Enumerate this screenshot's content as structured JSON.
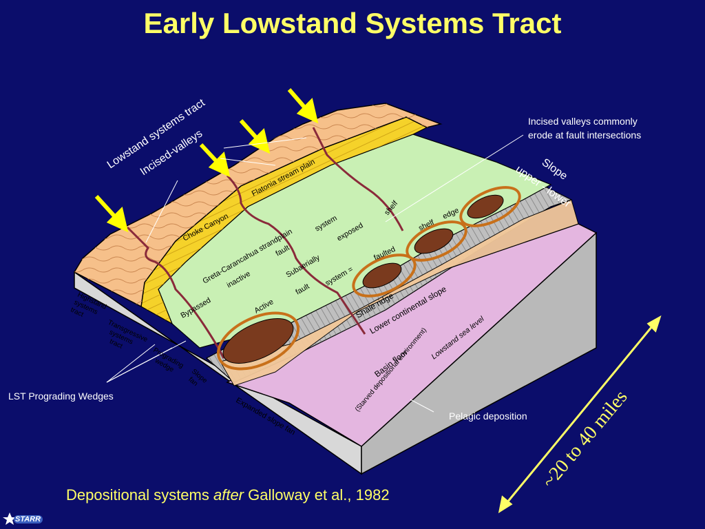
{
  "title": "Early Lowstand Systems Tract",
  "caption": {
    "prefix": "Depositional systems ",
    "emph": "after",
    "suffix": " Galloway et al., 1982"
  },
  "callouts": {
    "incised_valleys": [
      "Incised valleys commonly",
      "erode at fault intersections"
    ],
    "lst_wedges": "LST Prograding Wedges",
    "pelagic": "Pelagic deposition"
  },
  "labels": {
    "lowstand_tract": "Lowstand systems tract",
    "incised_valleys": "Incised-valleys",
    "slope": "Slope",
    "slope_sub": "upper - lower",
    "scale": "~20 to 40 miles",
    "choke_canyon": "Choke Canyon",
    "flatonia": "Flatonia stream plain",
    "greta": "Greta-Carancahua strandplain",
    "bypassed": "Bypassed",
    "inactive": "inactive",
    "fault1": "fault",
    "subaerially": "Subaerially",
    "exposed": "exposed",
    "system1": "system",
    "shelf": "shelf",
    "shelf2": "shelf",
    "edge": "edge",
    "faulted": "faulted",
    "active": "Active",
    "fault2": "fault",
    "system2": "system =",
    "shale_ridge": "Shale ridge",
    "lower_slope": "Lower continental slope",
    "lowstand_sea": "Lowstand sea level",
    "basin_floor": "Basin floor",
    "starved": "(Starved depositional environment)",
    "expanded_fan": "Expanded slope fan",
    "highstand": [
      "Highstand",
      "systems",
      "tract"
    ],
    "transgressive": [
      "Transgressive",
      "systems",
      "tract"
    ],
    "prograding": [
      "Prograding",
      "wedge"
    ],
    "slope_fan": [
      "Slope",
      "fan"
    ]
  },
  "logo": {
    "text": "STARR"
  },
  "colors": {
    "background": "#0b0d6b",
    "title": "#ffff66",
    "coastal_plain": "#f6c08a",
    "strandplain": "#f5d22a",
    "shelf": "#c9f0b4",
    "slope": "#bfbfbf",
    "basin": "#e4b6e0",
    "fan": "#7a3a1e",
    "arrow": "#ffff00",
    "circle": "#c8701a"
  }
}
